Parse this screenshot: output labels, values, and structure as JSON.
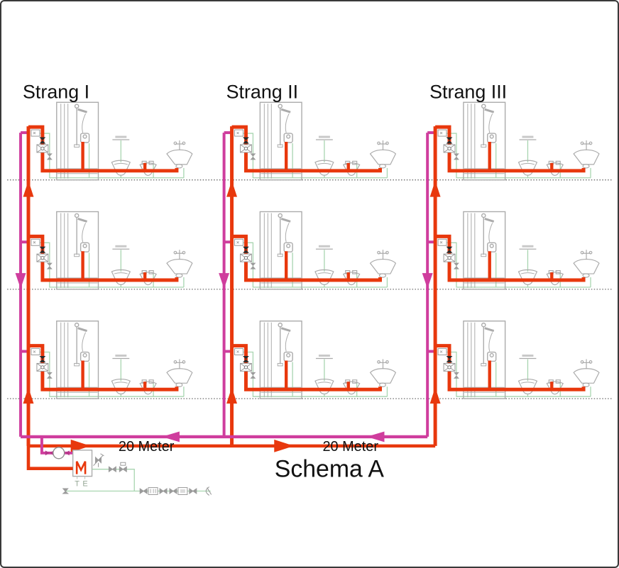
{
  "diagram": {
    "title": "Schema A",
    "strands": [
      {
        "label": "Strang I"
      },
      {
        "label": "Strang II"
      },
      {
        "label": "Strang III"
      }
    ],
    "distance_labels": [
      "20 Meter",
      "20 Meter"
    ],
    "tank_labels": {
      "t": "T",
      "e": "E"
    },
    "floors_per_strand": 3,
    "icons": [
      "shower-cabin-icon",
      "wc-flush-icon",
      "bidet-icon",
      "washbasin-icon",
      "water-meter-icon",
      "shutoff-valve-icon",
      "mixing-unit-icon",
      "circulation-pump-icon",
      "storage-heater-icon",
      "safety-valve-icon",
      "filter-icon",
      "main-meter-icon",
      "supply-arrow-icon",
      "return-arrow-icon"
    ],
    "colors": {
      "hot_supply": "#e8380d",
      "circulation": "#cf3d9d",
      "cold_water": "#a8d5b0",
      "fixtures": "#ababab",
      "floor_line": "#5a5a5a",
      "text": "#111111"
    }
  }
}
